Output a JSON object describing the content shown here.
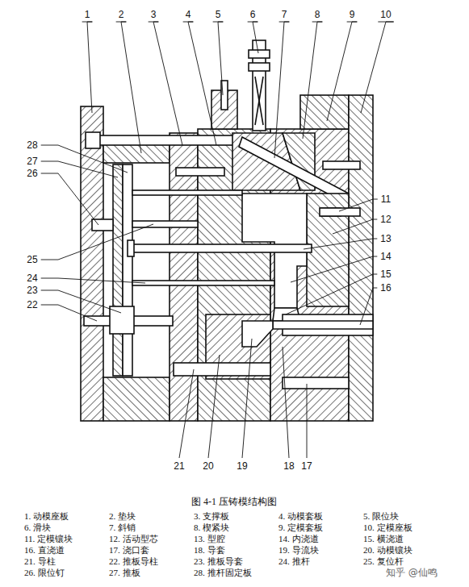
{
  "diagram": {
    "caption": "图 4-1  压铸模结构图",
    "labels": [
      "1",
      "2",
      "3",
      "4",
      "5",
      "6",
      "7",
      "8",
      "9",
      "10",
      "11",
      "12",
      "13",
      "14",
      "15",
      "16",
      "17",
      "18",
      "19",
      "20",
      "21",
      "22",
      "23",
      "24",
      "25",
      "26",
      "27",
      "28",
      "1. 动模座板",
      "2. 垫块",
      "3. 支撑板",
      "4. 动模套板",
      "5. 限位块",
      "6. 滑块",
      "7. 斜销",
      "8. 楔紧块",
      "9. 定模套板",
      "10. 定模座板",
      "11. 定模镶块",
      "12. 活动型芯",
      "13. 型腔",
      "14. 内浇道",
      "15. 横浇道",
      "16. 直浇道",
      "17. 浇口套",
      "18. 导套",
      "19. 导流块",
      "20. 动模镶块",
      "21. 导柱",
      "22. 推板导柱",
      "23. 推板导套",
      "24. 推杆",
      "25. 复位杆",
      "26. 限位钉",
      "27. 推板",
      "28. 推杆固定板",
      "知乎 @仙鸣"
    ]
  }
}
